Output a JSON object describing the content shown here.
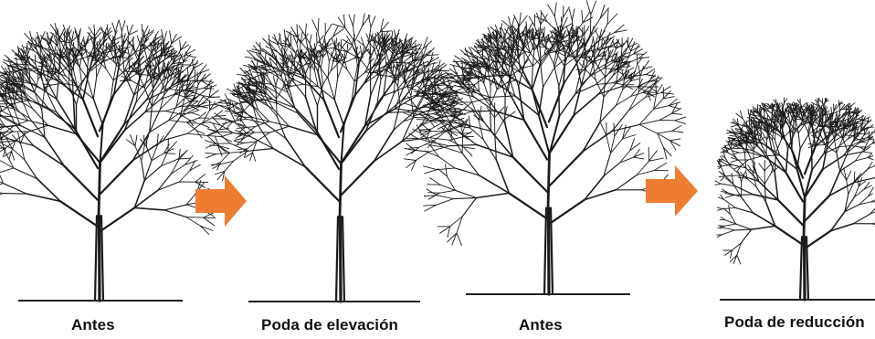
{
  "panels": [
    {
      "caption": "Antes"
    },
    {
      "caption": "Poda de elevación"
    },
    {
      "caption": "Antes"
    },
    {
      "caption": "Poda de reducción"
    }
  ],
  "arrow_color": "#ED7D31",
  "ink_color": "#1b1b1b"
}
